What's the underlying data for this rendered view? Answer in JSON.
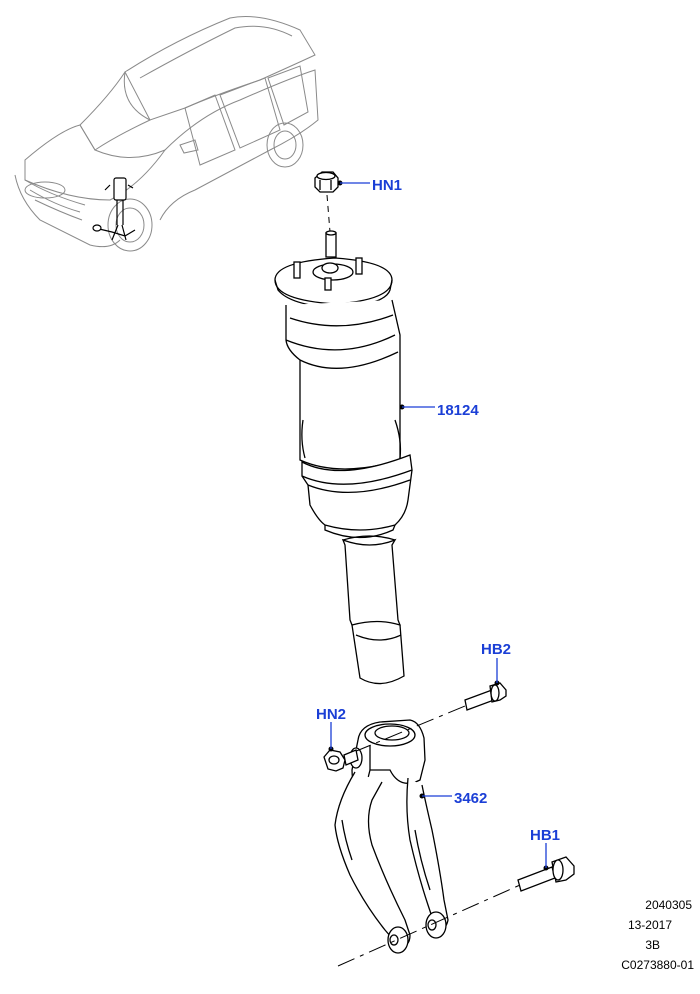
{
  "callouts": {
    "hn1": "HN1",
    "p18124": "18124",
    "hb2": "HB2",
    "hn2": "HN2",
    "p3462": "3462",
    "hb1": "HB1"
  },
  "reference": {
    "line1": "2040305",
    "line2": "13-2017",
    "line3": "3B",
    "line4": "C0273880-01"
  },
  "colors": {
    "callout_text": "#1b3fd6",
    "leader": "#1b3fd6",
    "outline": "#000000"
  }
}
